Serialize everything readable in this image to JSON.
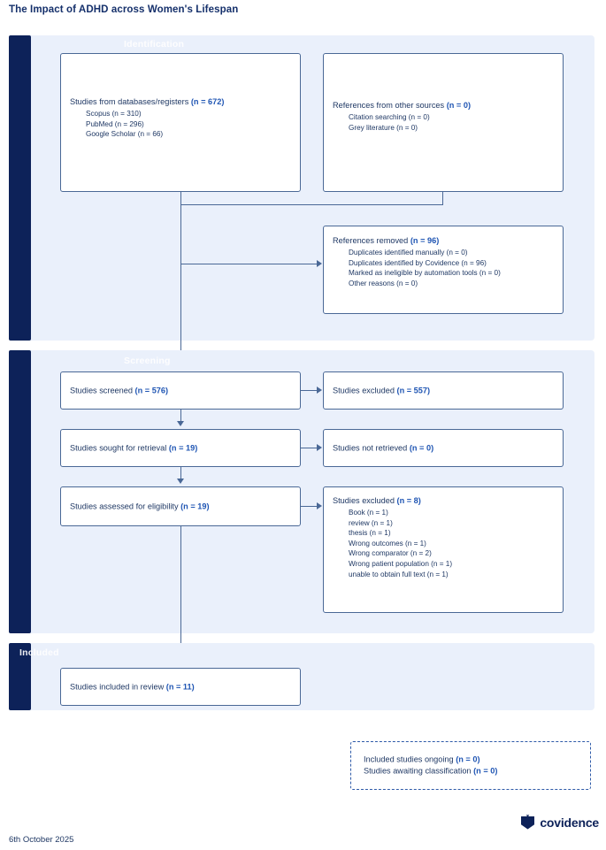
{
  "title": "The Impact of ADHD across Women's Lifespan",
  "colors": {
    "navy_bar": "#0d2259",
    "panel_bg": "#eaf0fb",
    "box_border": "#4a6896",
    "text": "#1f3864",
    "accent_number": "#1f55b3",
    "dashed_border": "#2e5aa8"
  },
  "stages": [
    {
      "label": "Identification"
    },
    {
      "label": "Screening"
    },
    {
      "label": "Included"
    }
  ],
  "boxes": {
    "databases": {
      "head_text": "Studies from databases/registers ",
      "head_n": "(n = 672)",
      "items": [
        "Scopus (n = 310)",
        "PubMed (n = 296)",
        "Google Scholar (n = 66)"
      ]
    },
    "other_sources": {
      "head_text": "References from other sources ",
      "head_n": "(n = 0)",
      "items": [
        "Citation searching (n = 0)",
        "Grey literature (n = 0)"
      ]
    },
    "references_removed": {
      "head_text": "References removed ",
      "head_n": "(n = 96)",
      "items": [
        "Duplicates identified manually (n = 0)",
        "Duplicates identified by Covidence (n = 96)",
        "Marked as ineligible by automation tools (n = 0)",
        "Other reasons (n = 0)"
      ]
    },
    "screened": {
      "head_text": "Studies screened ",
      "head_n": "(n = 576)"
    },
    "excluded_screened": {
      "head_text": "Studies excluded ",
      "head_n": "(n = 557)"
    },
    "sought_retrieval": {
      "head_text": "Studies sought for retrieval ",
      "head_n": "(n = 19)"
    },
    "not_retrieved": {
      "head_text": "Studies not retrieved ",
      "head_n": "(n = 0)"
    },
    "assessed_eligibility": {
      "head_text": "Studies assessed for eligibility ",
      "head_n": "(n = 19)"
    },
    "excluded_eligibility": {
      "head_text": "Studies excluded ",
      "head_n": "(n = 8)",
      "items": [
        "Book (n = 1)",
        "review (n = 1)",
        "thesis (n = 1)",
        "Wrong outcomes (n = 1)",
        "Wrong comparator (n = 2)",
        "Wrong patient population (n = 1)",
        "unable to obtain full text (n = 1)"
      ]
    },
    "included_review": {
      "head_text": "Studies included in review ",
      "head_n": "(n = 11)"
    },
    "ongoing": {
      "line1_text": "Included studies ongoing ",
      "line1_n": "(n = 0)",
      "line2_text": "Studies awaiting classification ",
      "line2_n": "(n = 0)"
    }
  },
  "footer": {
    "date": "6th October 2025",
    "brand": "covidence"
  }
}
